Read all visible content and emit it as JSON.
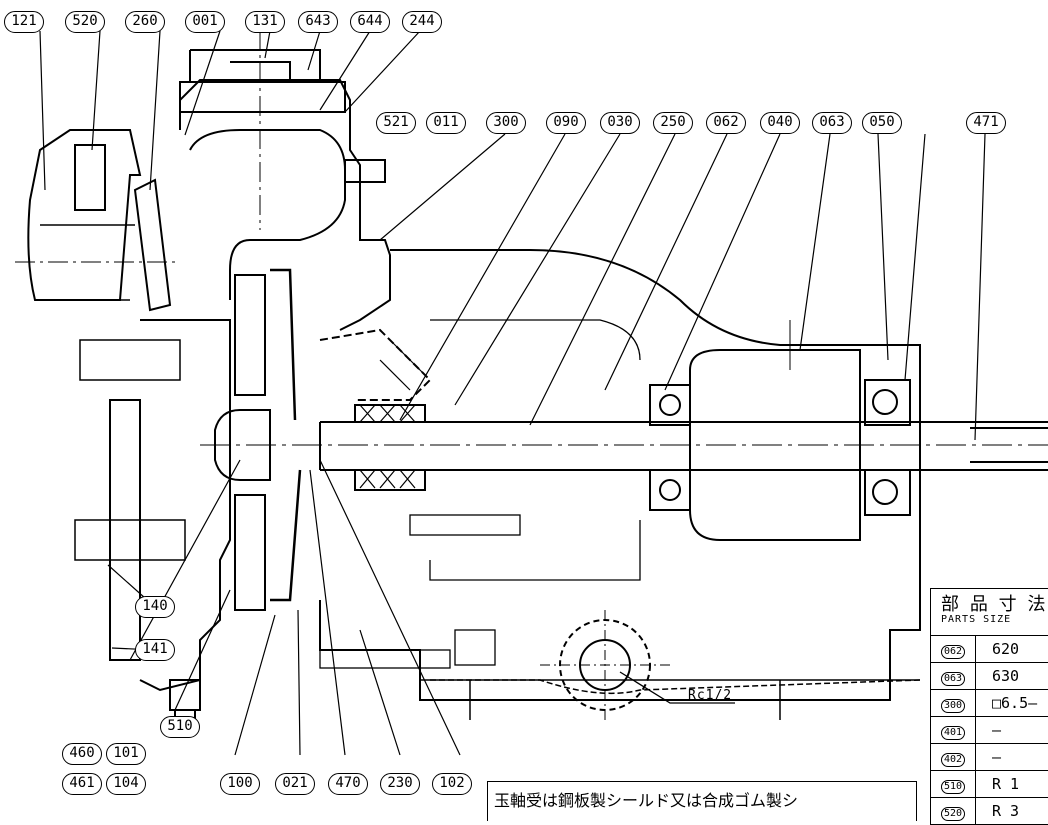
{
  "drawing": {
    "callouts_top": [
      "121",
      "520",
      "260",
      "001",
      "131",
      "643",
      "644",
      "244"
    ],
    "callouts_mid": [
      "521",
      "011",
      "300",
      "090",
      "030",
      "250",
      "062",
      "040",
      "063",
      "050",
      "471"
    ],
    "callouts_left": [
      "140",
      "141"
    ],
    "callouts_bottom": [
      "460",
      "101",
      "510",
      "461",
      "104",
      "100",
      "021",
      "470",
      "230",
      "102"
    ],
    "port_label": "Rc1/2",
    "note_text": "玉軸受は鋼板製シールド又は合成ゴム製シ"
  },
  "size_table": {
    "title": "部 品 寸 法",
    "subtitle": "PARTS SIZE",
    "rows": [
      {
        "code": "062",
        "value": "620"
      },
      {
        "code": "063",
        "value": "630"
      },
      {
        "code": "300",
        "value": "□6.5―"
      },
      {
        "code": "401",
        "value": "―"
      },
      {
        "code": "402",
        "value": "―"
      },
      {
        "code": "510",
        "value": "R 1"
      },
      {
        "code": "520",
        "value": "R 3"
      }
    ]
  }
}
